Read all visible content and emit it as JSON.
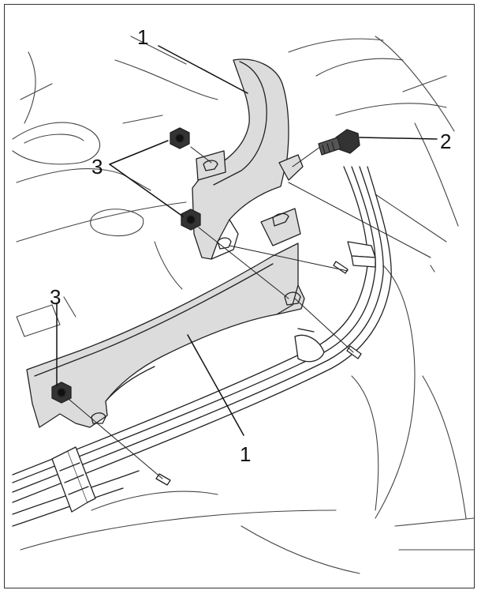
{
  "callouts": {
    "top_bracket": "1",
    "bolt": "2",
    "nuts_upper": "3",
    "nut_lower": "3",
    "lower_bracket": "1"
  },
  "colors": {
    "bracket_fill": "#dcdcdc",
    "line": "#222222",
    "background": "#ffffff"
  }
}
